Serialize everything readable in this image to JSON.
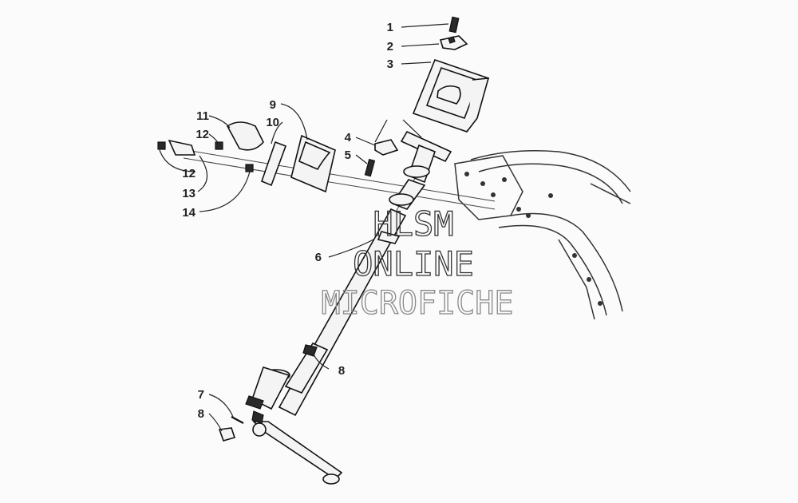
{
  "callouts": [
    {
      "id": "c1",
      "label": "1"
    },
    {
      "id": "c2",
      "label": "2"
    },
    {
      "id": "c3",
      "label": "3"
    },
    {
      "id": "c4",
      "label": "4"
    },
    {
      "id": "c5",
      "label": "5"
    },
    {
      "id": "c6",
      "label": "6"
    },
    {
      "id": "c7",
      "label": "7"
    },
    {
      "id": "c8a",
      "label": "8"
    },
    {
      "id": "c8b",
      "label": "8"
    },
    {
      "id": "c9",
      "label": "9"
    },
    {
      "id": "c10",
      "label": "10"
    },
    {
      "id": "c11",
      "label": "11"
    },
    {
      "id": "c12a",
      "label": "12"
    },
    {
      "id": "c12b",
      "label": "12"
    },
    {
      "id": "c13",
      "label": "13"
    },
    {
      "id": "c14",
      "label": "14"
    }
  ],
  "watermark": {
    "line1": "HLSM",
    "line2": "ONLINE",
    "line3": "MICROFICHE"
  }
}
